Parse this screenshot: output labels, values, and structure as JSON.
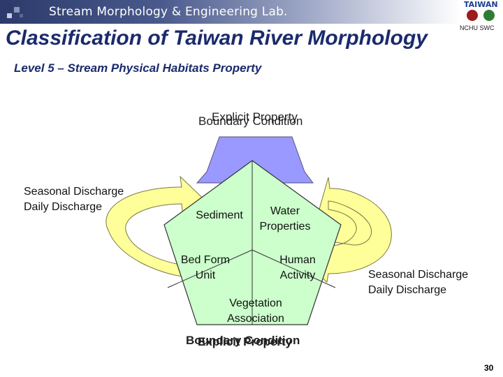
{
  "header": {
    "banner_text": "Stream Morphology & Engineering Lab.",
    "title": "Classification of Taiwan River Morphology",
    "subtitle": "Level 5 – Stream Physical Habitats Property",
    "logo_brand": "TAIWAN",
    "logo_org": "NCHU SWC"
  },
  "diagram": {
    "top_labels": [
      "Boundary Condition",
      "Explicit Property"
    ],
    "bottom_labels": [
      "Boundary Condition",
      "Explicit Property"
    ],
    "left_discharge": [
      "Seasonal Discharge",
      "Daily Discharge"
    ],
    "right_discharge": [
      "Seasonal Discharge",
      "Daily Discharge"
    ],
    "segments": {
      "sediment": "Sediment",
      "water": [
        "Water",
        "Properties"
      ],
      "bedform": [
        "Bed Form",
        "Unit"
      ],
      "human": [
        "Human",
        "Activity"
      ],
      "vegetation": [
        "Vegetation",
        "Association"
      ]
    },
    "colors": {
      "pentagon_fill": "#ccffcc",
      "top_arrow_fill": "#9999ff",
      "side_arrow_fill": "#ffff99",
      "title_color": "#1a2a6c"
    }
  },
  "footer": {
    "page_number": "30"
  }
}
